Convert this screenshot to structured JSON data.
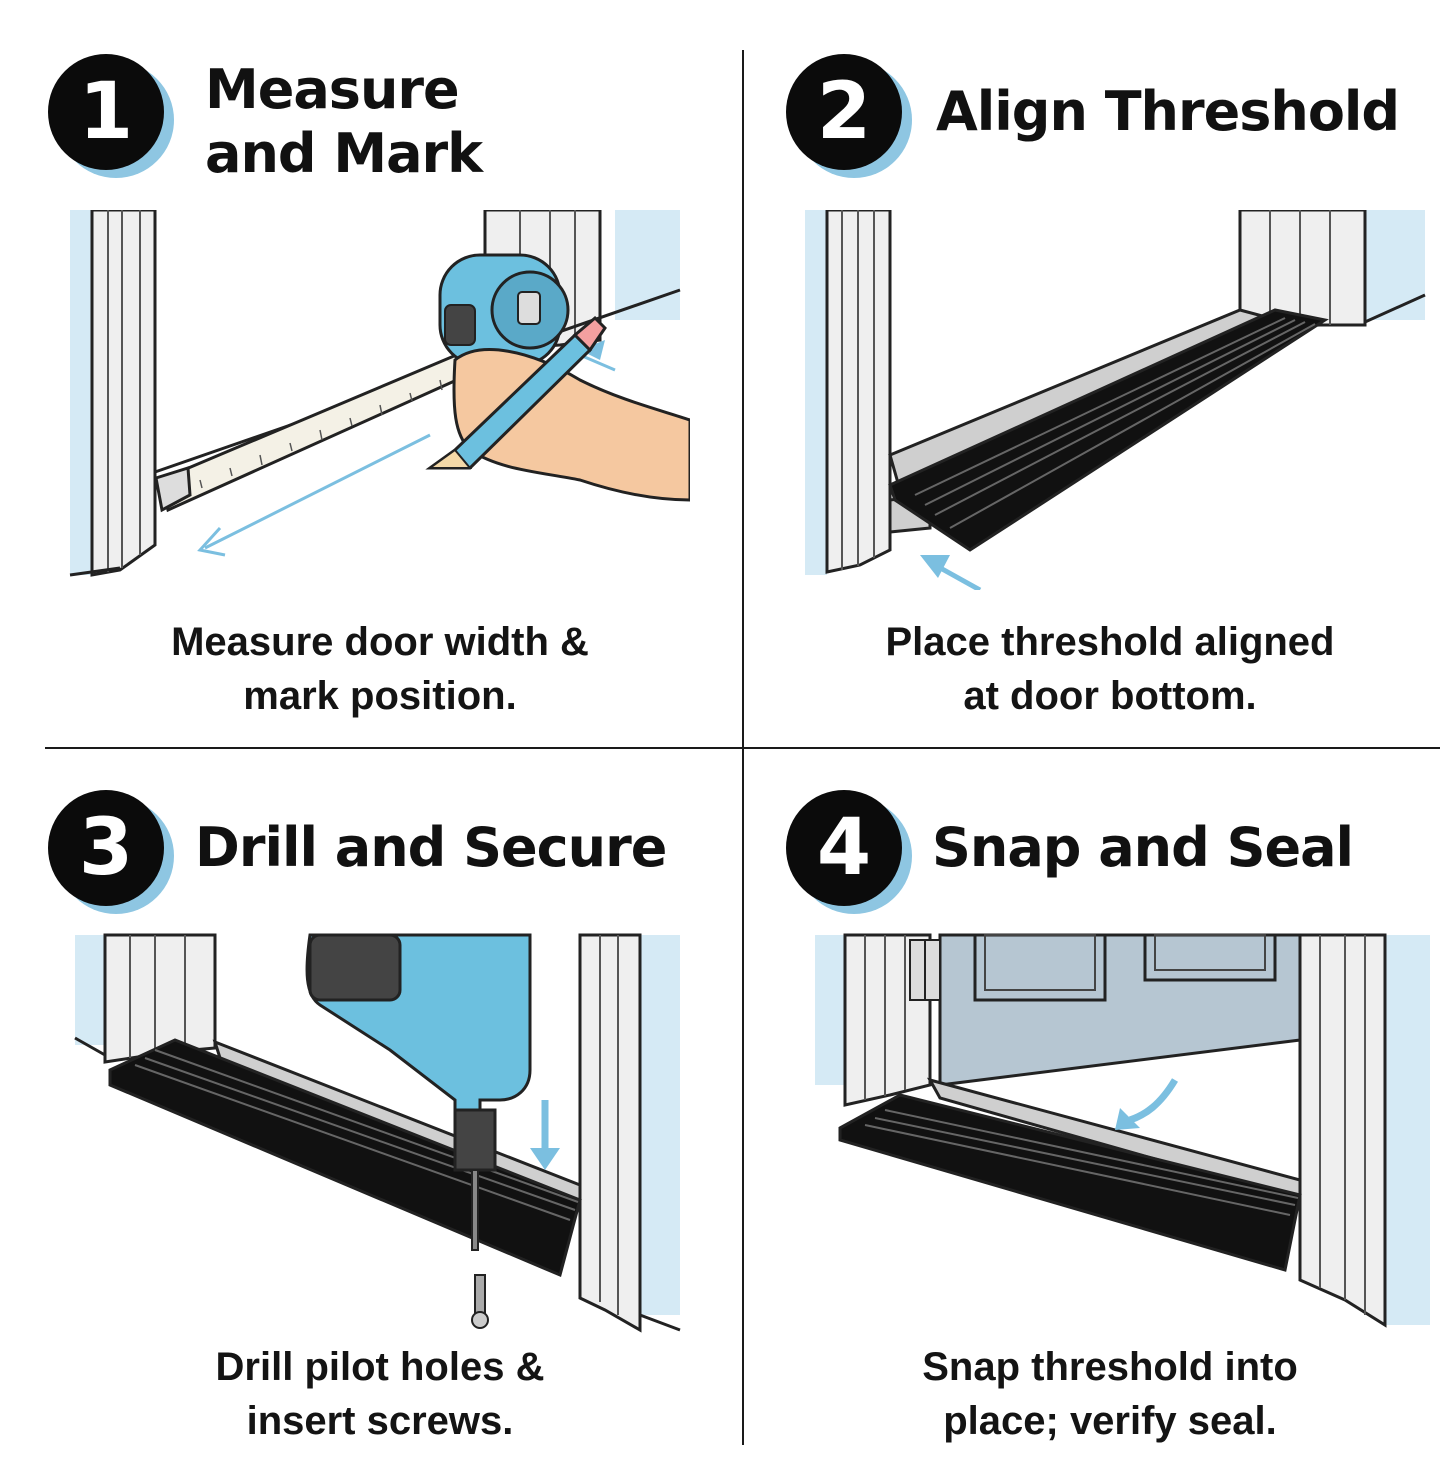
{
  "steps": [
    {
      "number": "1",
      "title_lines": [
        "Measure",
        "and Mark"
      ],
      "caption_lines": [
        "Measure door width &",
        "mark position."
      ]
    },
    {
      "number": "2",
      "title_lines": [
        "Align Threshold"
      ],
      "caption_lines": [
        "Place threshold aligned",
        "at door bottom."
      ]
    },
    {
      "number": "3",
      "title_lines": [
        "Drill and Secure"
      ],
      "caption_lines": [
        "Drill pilot holes &",
        "insert screws."
      ]
    },
    {
      "number": "4",
      "title_lines": [
        "Snap and Seal"
      ],
      "caption_lines": [
        "Snap threshold into",
        "place; verify seal."
      ]
    }
  ],
  "colors": {
    "badge": "#0b0b0b",
    "badge_shadow": "#8ec6e2",
    "wall": "#d5eaf5",
    "frame": "#e6e6e6",
    "threshold": "#111111",
    "accent": "#7bbfe0",
    "tool_body": "#6cc0df"
  },
  "icons": [
    "tape-measure-icon",
    "pencil-icon",
    "hand-icon",
    "drill-icon",
    "screw-icon",
    "door-hinge-icon",
    "arrow-icon"
  ]
}
